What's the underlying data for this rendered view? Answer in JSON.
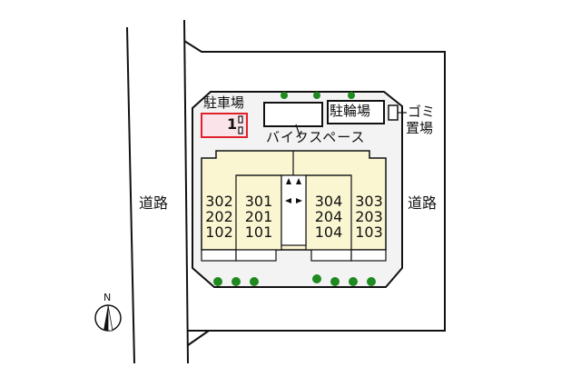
{
  "site_plan": {
    "roads": [
      {
        "label": "道路",
        "side": "west"
      },
      {
        "label": "道路",
        "side": "east"
      }
    ],
    "parking": {
      "label": "駐車場",
      "space_number": "1"
    },
    "bike_space": {
      "label": "バイクスペース"
    },
    "bicycle_parking": {
      "label": "駐輪場"
    },
    "garbage": {
      "label_line1": "ゴミ",
      "label_line2": "置場"
    },
    "building": {
      "stacks": [
        {
          "units": [
            "302",
            "202",
            "102"
          ]
        },
        {
          "units": [
            "301",
            "201",
            "101"
          ]
        },
        {
          "units": [
            "304",
            "204",
            "104"
          ]
        },
        {
          "units": [
            "303",
            "203",
            "103"
          ]
        }
      ]
    },
    "compass": {
      "label": "N"
    },
    "colors": {
      "building_fill": "#faf6d2",
      "lot_fill": "#f3f3f3",
      "parking_fill": "#fbe3ea",
      "parking_border": "#e0202a",
      "tree": "#1f8a1f"
    }
  }
}
